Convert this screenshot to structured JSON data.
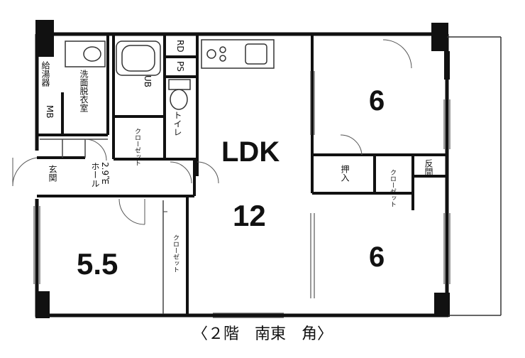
{
  "rooms": {
    "ldk_label": "LDK",
    "ldk_size": "12",
    "north_east_room": "6",
    "south_east_room": "6",
    "west_room": "5.5"
  },
  "labels": {
    "water_heater": "給湯器",
    "washroom": "洗面脱衣室",
    "mb": "MB",
    "ub": "UB",
    "rd": "RD",
    "ps": "PS",
    "toilet": "トイレ",
    "closet_bath": "クローゼット",
    "entrance": "玄関",
    "hall": "ホール",
    "hall_area": "2.9㎡",
    "closet_west": "クローゼット",
    "oshiire": "押入",
    "closet_east": "クローゼット",
    "hanken": "反間"
  },
  "caption": "〈２階　南東　角〉"
}
